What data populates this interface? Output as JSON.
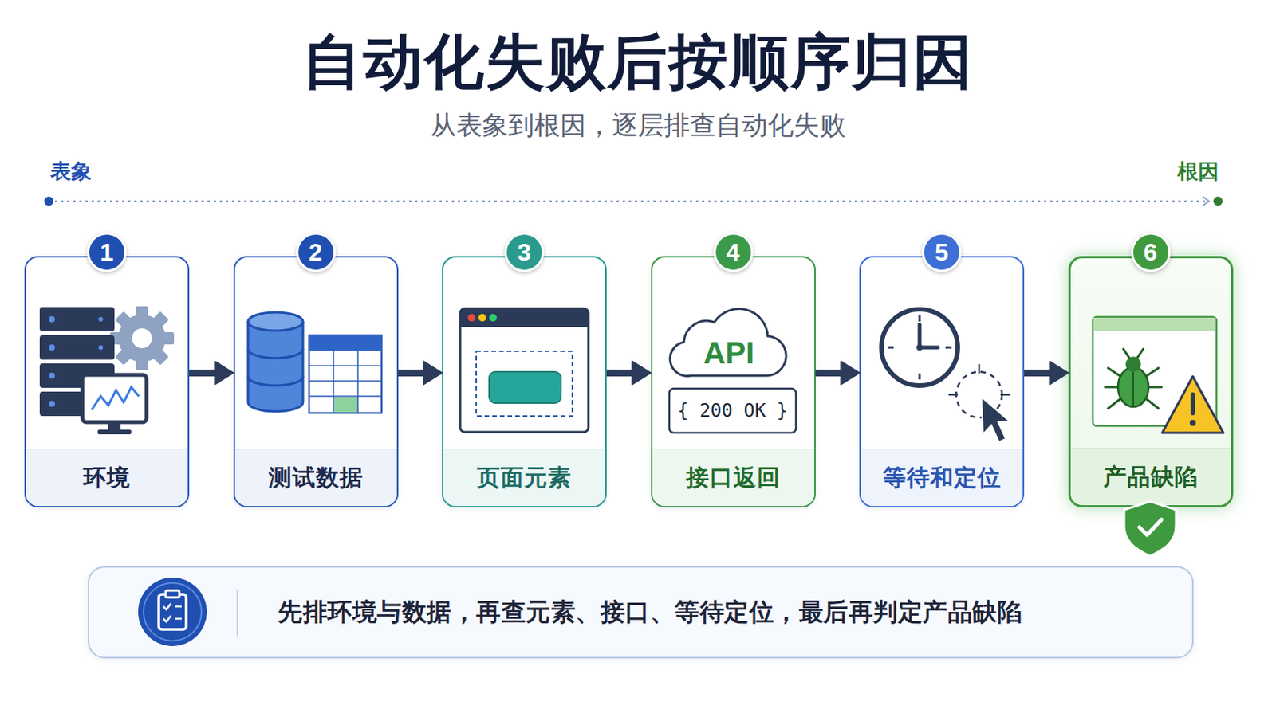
{
  "diagram": {
    "title": "自动化失败后按顺序归因",
    "caption": "从表象到根因，逐层排查自动化失败",
    "nodes": [
      {
        "text": [
          "环境"
        ]
      },
      {
        "text": [
          "测试数据"
        ]
      },
      {
        "text": [
          "页面元素"
        ]
      },
      {
        "text": [
          "接口返回"
        ]
      },
      {
        "text": [
          "等待和定位"
        ]
      },
      {
        "text": [
          "产品缺陷"
        ]
      },
      {
        "text": [
          "先排环境与数据，再查元素、接口、等待定位，最后再判定产品缺陷"
        ]
      }
    ],
    "edges": [
      {
        "from": 0,
        "to": 1,
        "arrow": "to"
      },
      {
        "from": 1,
        "to": 2,
        "arrow": "to"
      },
      {
        "from": 2,
        "to": 3,
        "arrow": "to"
      },
      {
        "from": 3,
        "to": 4,
        "arrow": "to"
      },
      {
        "from": 4,
        "to": 5,
        "arrow": "to"
      }
    ],
    "labels": [
      "表象",
      "根因",
      "1",
      "2",
      "3",
      "4",
      "5",
      "6",
      "API",
      "{ 200 OK }"
    ]
  }
}
